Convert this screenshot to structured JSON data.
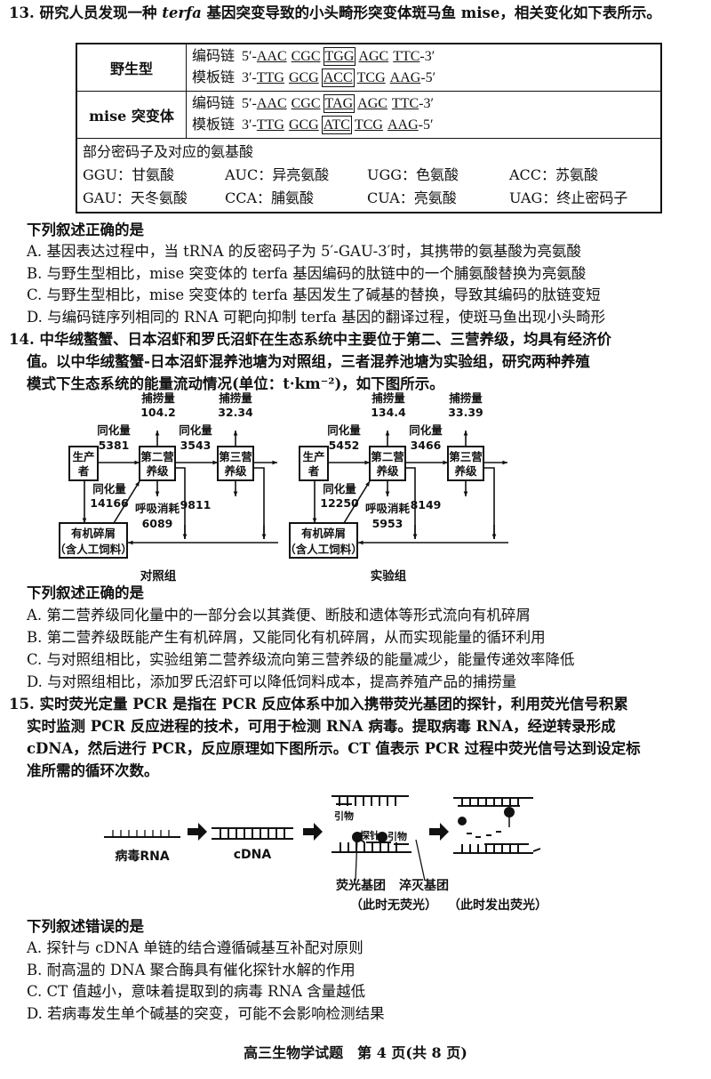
{
  "q13": {
    "stem_pre": "13. 研究人员发现一种 ",
    "gene": "terfa",
    "stem_post": " 基因突变导致的小头畸形突变体斑马鱼 mise，相关变化如下表所示。",
    "rows": [
      {
        "type": "野生型",
        "coding_label": "编码链",
        "coding_start": "5′-",
        "coding": [
          "AAC",
          "CGC",
          "TGG",
          "AGC",
          "TTC"
        ],
        "coding_end": "-3′",
        "template_label": "模板链",
        "template_start": "3′-",
        "template": [
          "TTG",
          "GCG",
          "ACC",
          "TCG",
          "AAG"
        ],
        "template_end": "-5′"
      },
      {
        "type": "mise 突变体",
        "coding_label": "编码链",
        "coding_start": "5′-",
        "coding": [
          "AAC",
          "CGC",
          "TAG",
          "AGC",
          "TTC"
        ],
        "coding_end": "-3′",
        "template_label": "模板链",
        "template_start": "3′-",
        "template": [
          "TTG",
          "GCG",
          "ATC",
          "TCG",
          "AAG"
        ],
        "template_end": "-5′"
      }
    ],
    "codon_title": "部分密码子及对应的氨基酸",
    "codons": [
      [
        "GGU：甘氨酸",
        "AUC：异亮氨酸",
        "UGG：色氨酸",
        "ACC：苏氨酸"
      ],
      [
        "GAU：天冬氨酸",
        "CCA：脯氨酸",
        "CUA：亮氨酸",
        "UAG：终止密码子"
      ]
    ],
    "prompt": "下列叙述正确的是",
    "options": [
      "A. 基因表达过程中，当 tRNA 的反密码子为 5′-GAU-3′时，其携带的氨基酸为亮氨酸",
      "B. 与野生型相比，mise 突变体的 terfa 基因编码的肽链中的一个脯氨酸替换为亮氨酸",
      "C. 与野生型相比，mise 突变体的 terfa 基因发生了碱基的替换，导致其编码的肽链变短",
      "D. 与编码链序列相同的 RNA 可靶向抑制 terfa 基因的翻译过程，使斑马鱼出现小头畸形"
    ]
  },
  "q14": {
    "stem": [
      "14. 中华绒螯蟹、日本沼虾和罗氏沼虾在生态系统中主要位于第二、三营养级，均具有经济价",
      "值。以中华绒螯蟹-日本沼虾混养池塘为对照组，三者混养池塘为实验组，研究两种养殖",
      "模式下生态系统的能量流动情况(单位：t·km⁻²)，如下图所示。"
    ],
    "diagrams": [
      {
        "caption": "对照组",
        "producer": [
          "生产",
          "者"
        ],
        "second": [
          "第二营",
          "养级"
        ],
        "third": [
          "第三营",
          "养级"
        ],
        "detritus": [
          "有机碎屑",
          "（含人工饲料）"
        ],
        "catch_label": "捕捞量",
        "catch2": "104.2",
        "catch3": "32.34",
        "assim_label": "同化量",
        "assim_p2": "5381",
        "assim_23": "3543",
        "assim_d2": "14166",
        "resp_label": "呼吸消耗",
        "resp2": "6089",
        "to_detritus": "9811"
      },
      {
        "caption": "实验组",
        "producer": [
          "生产",
          "者"
        ],
        "second": [
          "第二营",
          "养级"
        ],
        "third": [
          "第三营",
          "养级"
        ],
        "detritus": [
          "有机碎屑",
          "（含人工饲料）"
        ],
        "catch_label": "捕捞量",
        "catch2": "134.4",
        "catch3": "33.39",
        "assim_label": "同化量",
        "assim_p2": "5452",
        "assim_23": "3466",
        "assim_d2": "12250",
        "resp_label": "呼吸消耗",
        "resp2": "5953",
        "to_detritus": "8149"
      }
    ],
    "prompt": "下列叙述正确的是",
    "options": [
      "A. 第二营养级同化量中的一部分会以其粪便、断肢和遗体等形式流向有机碎屑",
      "B. 第二营养级既能产生有机碎屑，又能同化有机碎屑，从而实现能量的循环利用",
      "C. 与对照组相比，实验组第二营养级流向第三营养级的能量减少，能量传递效率降低",
      "D. 与对照组相比，添加罗氏沼虾可以降低饲料成本，提高养殖产品的捕捞量"
    ]
  },
  "q15": {
    "stem": [
      "15. 实时荧光定量 PCR 是指在 PCR 反应体系中加入携带荧光基团的探针，利用荧光信号积累",
      "实时监测 PCR 反应进程的技术，可用于检测 RNA 病毒。提取病毒 RNA，经逆转录形成",
      "cDNA，然后进行 PCR，反应原理如下图所示。CT 值表示 PCR 过程中荧光信号达到设定标",
      "准所需的循环次数。"
    ],
    "diagram": {
      "rna": "病毒RNA",
      "cdna": "cDNA",
      "primer": "引物",
      "probe": "探针",
      "fluor": "荧光基团",
      "quench": "淬灭基团",
      "no_fluor": "（此时无荧光）",
      "fluor_on": "（此时发出荧光）"
    },
    "prompt": "下列叙述错误的是",
    "options": [
      "A. 探针与 cDNA 单链的结合遵循碱基互补配对原则",
      "B. 耐高温的 DNA 聚合酶具有催化探针水解的作用",
      "C. CT 值越小，意味着提取到的病毒 RNA 含量越低",
      "D. 若病毒发生单个碱基的突变，可能不会影响检测结果"
    ]
  },
  "footer": "高三生物学试题　第 4 页(共 8 页)"
}
